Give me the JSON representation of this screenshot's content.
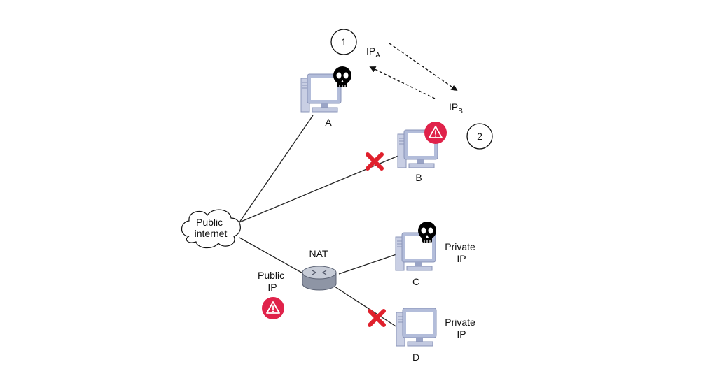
{
  "steps": [
    "1",
    "2"
  ],
  "messages": {
    "ip_a": {
      "base": "IP",
      "sub": "A"
    },
    "ip_b": {
      "base": "IP",
      "sub": "B"
    }
  },
  "computers": {
    "a": {
      "label": "A",
      "badge": "skull-icon"
    },
    "b": {
      "label": "B",
      "badge": "warning-icon"
    },
    "c": {
      "label": "C",
      "badge": "skull-icon",
      "note": [
        "Private",
        "IP"
      ]
    },
    "d": {
      "label": "D",
      "note": [
        "Private",
        "IP"
      ]
    }
  },
  "cloud": {
    "lines": [
      "Public",
      "internet"
    ]
  },
  "nat": {
    "label": "NAT",
    "public_ip": [
      "Public",
      "IP"
    ]
  },
  "blocked_links": [
    "internet-B",
    "NAT-D"
  ],
  "colors": {
    "warning": "#e0224a",
    "blocked": "#e0202c",
    "monitor": "#a9b4d2",
    "line": "#222222"
  }
}
